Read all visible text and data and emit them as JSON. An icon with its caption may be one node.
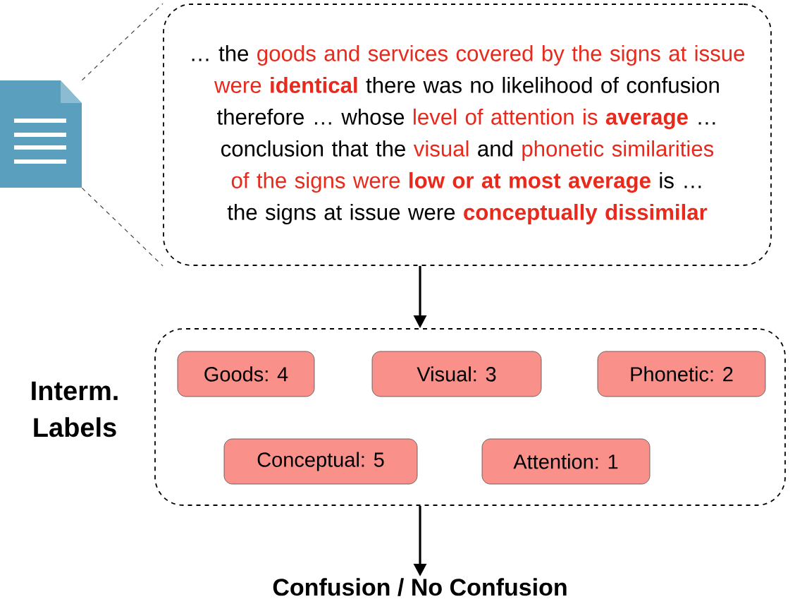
{
  "diagram": {
    "nodes": [
      {
        "text": [],
        "shape": "document"
      },
      {
        "text": [
          "… the",
          "goods and services covered by the signs at issue were **identical**",
          "there was no likelihood of confusion therefore … whose",
          "level of attention is **average**",
          "…",
          "conclusion that the",
          "visual",
          "and",
          "phonetic similarities of the signs were **low or at most average**",
          "is … the signs at issue were",
          "conceptually dissimilar"
        ]
      },
      {
        "text": [
          "Interm. Labels"
        ]
      },
      {
        "text": [
          "Goods: 4"
        ],
        "in": 2
      },
      {
        "text": [
          "Visual: 3"
        ],
        "in": 2
      },
      {
        "text": [
          "Phonetic: 2"
        ],
        "in": 2
      },
      {
        "text": [
          "Conceptual: 5"
        ],
        "in": 2
      },
      {
        "text": [
          "Attention: 1"
        ],
        "in": 2
      },
      {
        "text": [
          "Confusion / No Confusion"
        ]
      }
    ],
    "edges": [
      {
        "from": 0,
        "to": 1,
        "arrow": "none",
        "style": "dashed"
      },
      {
        "from": 0,
        "to": 1,
        "arrow": "none",
        "style": "dashed"
      },
      {
        "from": 1,
        "to": 2,
        "arrow": "to"
      },
      {
        "from": 2,
        "to": 8,
        "arrow": "to"
      }
    ]
  }
}
